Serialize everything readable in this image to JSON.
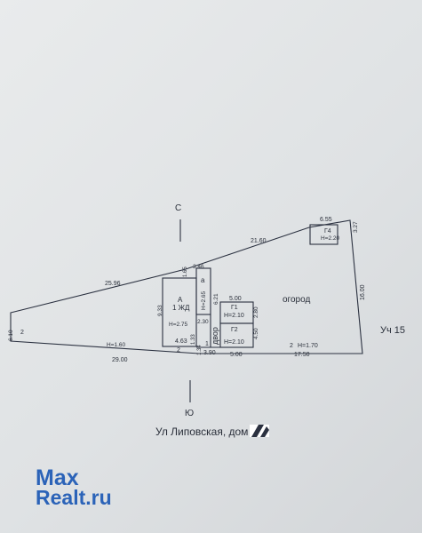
{
  "plan": {
    "north_label": "С",
    "south_label": "Ю",
    "street_caption": "Ул Липовская, дом",
    "neighbor_label": "Уч 15",
    "garden_label": "огород",
    "yard_label": "двор",
    "house": {
      "code": "А",
      "name": "1 ЖД",
      "height": "H=2.75"
    },
    "annex": {
      "code": "а",
      "height": "H=2.65"
    },
    "shed_g1": {
      "code": "Г1",
      "height": "H=2.10"
    },
    "shed_g2": {
      "code": "Г2",
      "height": "H=2.10"
    },
    "shed_g4": {
      "code": "Г4",
      "height": "H=2.20"
    },
    "fence_height_west": "H=1.60",
    "fence_height_east": "H=1.70",
    "marks": {
      "left_side": "6.10",
      "nw_top": "25.96",
      "top_middle": "21.60",
      "g4_top": "6.55",
      "ne_side": "3.27",
      "east_side": "16.00",
      "bottom_west": "29.00",
      "bottom_east": "17.50",
      "bottom_g2": "5.00",
      "bottom_house": "3.90",
      "house_height": "9.33",
      "house_width": "4.63",
      "annex_top": "3.46",
      "annex_left": "1.65",
      "annex_side": "6.21",
      "gap_house": "2.30",
      "g1_top": "5.00",
      "g1_side": "2.80",
      "g2_side": "4.50",
      "gap_bottom": "1.33",
      "gap_small": "1.34"
    },
    "point_labels": [
      "2",
      "2",
      "1",
      "2"
    ]
  },
  "watermark": {
    "line1": "Max",
    "line2": "Realt",
    "line2_suffix": ".ru"
  }
}
